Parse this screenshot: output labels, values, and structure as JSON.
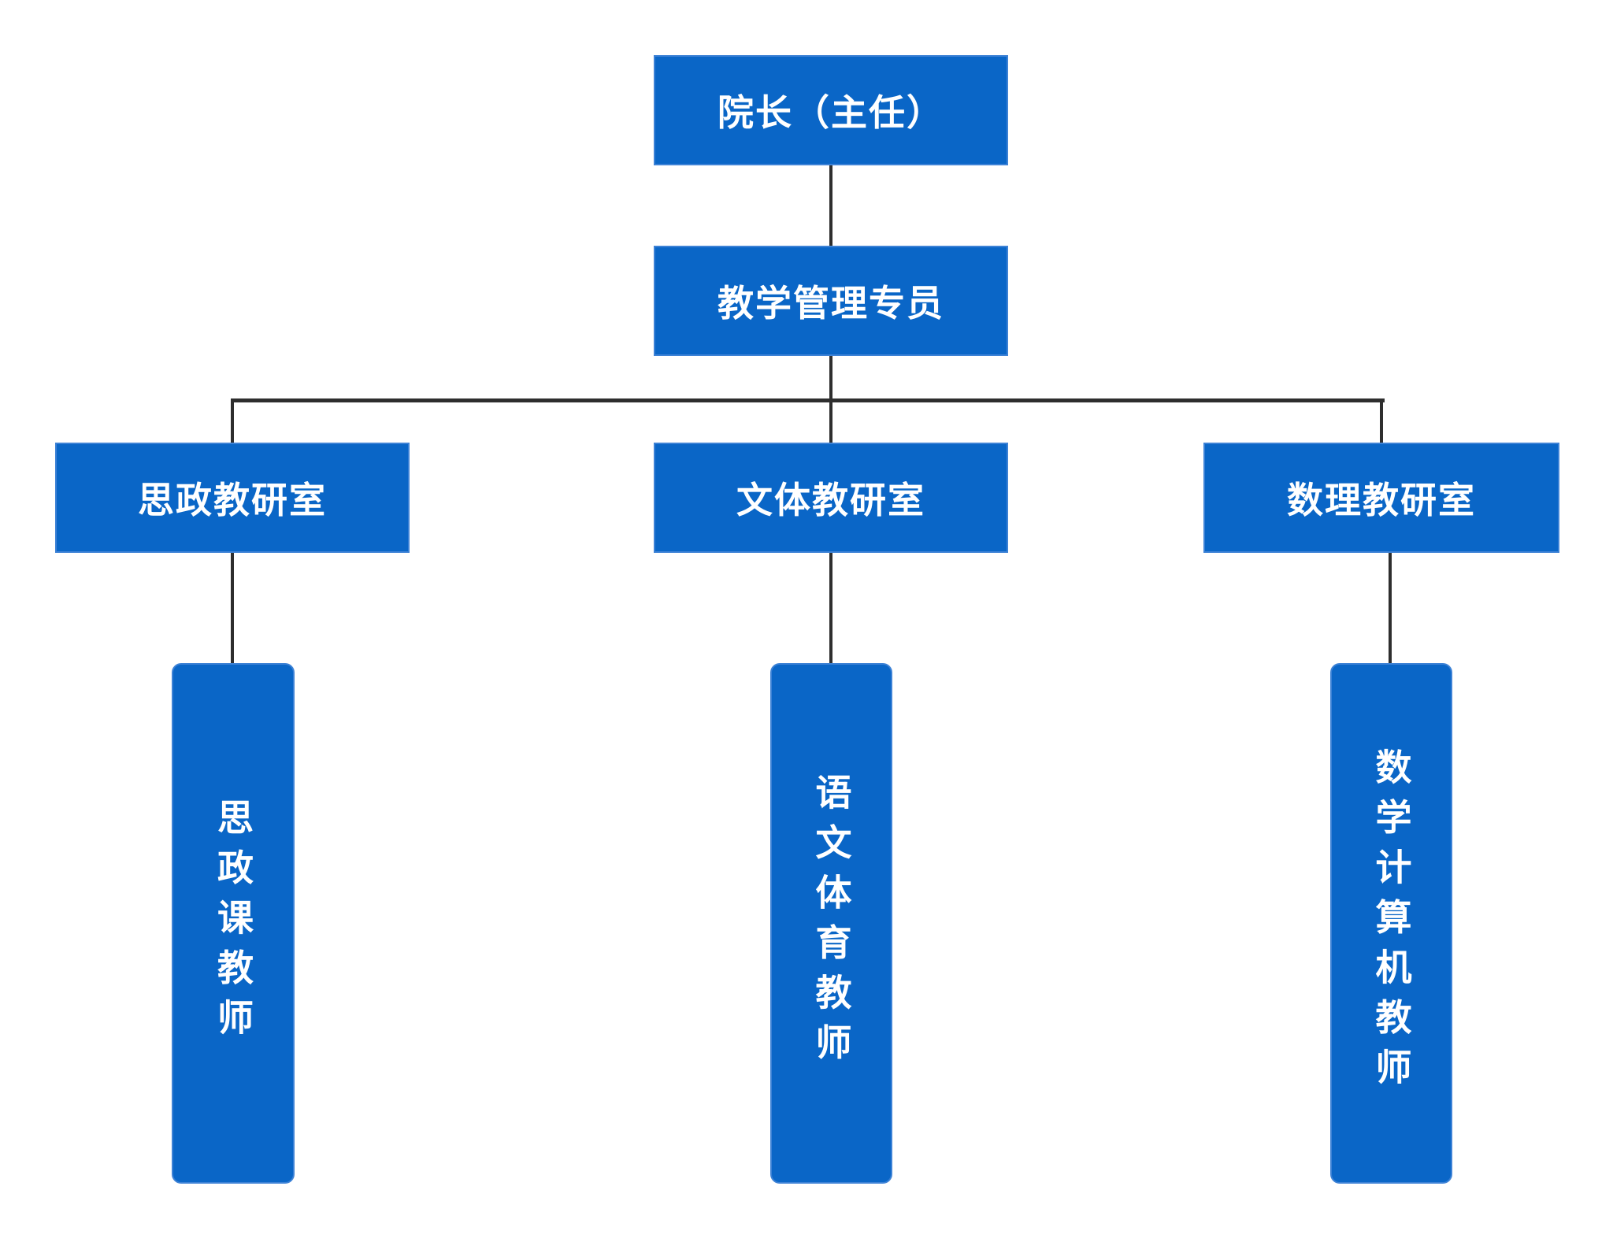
{
  "diagram_type": "org-chart",
  "colors": {
    "canvas_bg": "#ffffff",
    "node_fill": "#0a66c7",
    "node_border": "#3d82d6",
    "node_text": "#ffffff",
    "line_color": "#2e2e2e"
  },
  "nodes": {
    "dean": {
      "label": "院长（主任）",
      "level": 1
    },
    "manager": {
      "label": "教学管理专员",
      "level": 2
    },
    "office_szjys": {
      "label": "思政教研室",
      "level": 3
    },
    "office_wtjys": {
      "label": "文体教研室",
      "level": 3
    },
    "office_sljys": {
      "label": "数理教研室",
      "level": 3
    },
    "staff_szk": {
      "label": "思政课教师",
      "level": 4,
      "orientation": "vertical"
    },
    "staff_ywty": {
      "label": "语文体育教师",
      "level": 4,
      "orientation": "vertical"
    },
    "staff_sxjsj": {
      "label": "数学计算机教师",
      "level": 4,
      "orientation": "vertical"
    }
  },
  "edges": [
    {
      "from": "dean",
      "to": "manager"
    },
    {
      "from": "manager",
      "to": "office_szjys"
    },
    {
      "from": "manager",
      "to": "office_wtjys"
    },
    {
      "from": "manager",
      "to": "office_sljys"
    },
    {
      "from": "office_szjys",
      "to": "staff_szk"
    },
    {
      "from": "office_wtjys",
      "to": "staff_ywty"
    },
    {
      "from": "office_sljys",
      "to": "staff_sxjsj"
    }
  ]
}
